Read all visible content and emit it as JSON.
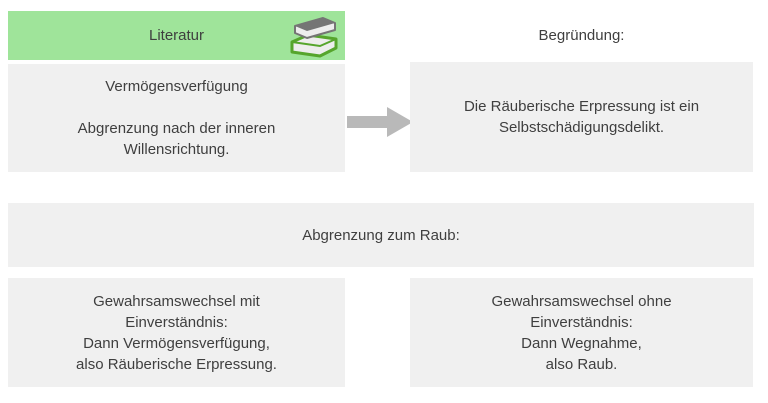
{
  "colors": {
    "green_header_bg": "#9fe49a",
    "box_bg": "#f0f0f0",
    "text": "#3f3f3f",
    "arrow": "#b9b9b9",
    "book_green": "#56a52c",
    "book_dark_gray": "#757575",
    "book_pages": "#ededed"
  },
  "header": {
    "literatur_label": "Literatur",
    "begruendung_label": "Begründung:",
    "icon_name": "books-icon"
  },
  "top_left_box": {
    "text": "Vermögensverfügung\n\nAbgrenzung nach der inneren\nWillensrichtung."
  },
  "top_right_box": {
    "text": "Die Räuberische Erpressung ist ein\nSelbstschädigungsdelikt."
  },
  "middle_box": {
    "text": "Abgrenzung zum Raub:"
  },
  "bottom_left_box": {
    "text": "Gewahrsamswechsel mit\nEinverständnis:\nDann Vermögensverfügung,\nalso Räuberische Erpressung."
  },
  "bottom_right_box": {
    "text": "Gewahrsamswechsel ohne\nEinverständnis:\nDann Wegnahme,\nalso Raub."
  }
}
